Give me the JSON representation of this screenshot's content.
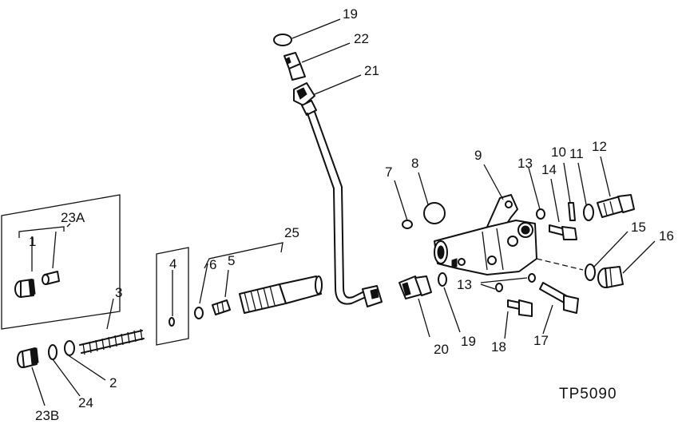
{
  "figure": {
    "code": "TP5090"
  },
  "callouts": [
    {
      "id": "c19a",
      "text": "19"
    },
    {
      "id": "c22",
      "text": "22"
    },
    {
      "id": "c21",
      "text": "21"
    },
    {
      "id": "c25",
      "text": "25"
    },
    {
      "id": "c23A",
      "text": "23A"
    },
    {
      "id": "c1",
      "text": "1"
    },
    {
      "id": "c4",
      "text": "4"
    },
    {
      "id": "c6",
      "text": "6"
    },
    {
      "id": "c5",
      "text": "5"
    },
    {
      "id": "c3",
      "text": "3"
    },
    {
      "id": "c2",
      "text": "2"
    },
    {
      "id": "c24",
      "text": "24"
    },
    {
      "id": "c23B",
      "text": "23B"
    },
    {
      "id": "c7",
      "text": "7"
    },
    {
      "id": "c8",
      "text": "8"
    },
    {
      "id": "c9",
      "text": "9"
    },
    {
      "id": "c13a",
      "text": "13"
    },
    {
      "id": "c14",
      "text": "14"
    },
    {
      "id": "c10",
      "text": "10"
    },
    {
      "id": "c11",
      "text": "11"
    },
    {
      "id": "c12",
      "text": "12"
    },
    {
      "id": "c15",
      "text": "15"
    },
    {
      "id": "c16",
      "text": "16"
    },
    {
      "id": "c13b",
      "text": "13"
    },
    {
      "id": "c20",
      "text": "20"
    },
    {
      "id": "c19b",
      "text": "19"
    },
    {
      "id": "c18",
      "text": "18"
    },
    {
      "id": "c17",
      "text": "17"
    }
  ]
}
